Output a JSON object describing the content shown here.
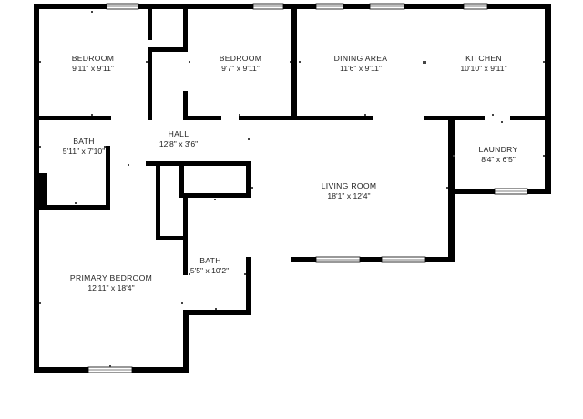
{
  "rooms": {
    "bedroom_1": {
      "name": "BEDROOM",
      "dimensions": "9'11\" x 9'11\""
    },
    "bedroom_2": {
      "name": "BEDROOM",
      "dimensions": "9'7\" x 9'11\""
    },
    "dining_area": {
      "name": "DINING AREA",
      "dimensions": "11'6\" x 9'11\""
    },
    "kitchen": {
      "name": "KITCHEN",
      "dimensions": "10'10\" x 9'11\""
    },
    "bath_1": {
      "name": "BATH",
      "dimensions": "5'11\" x 7'10\""
    },
    "hall": {
      "name": "HALL",
      "dimensions": "12'8\" x 3'6\""
    },
    "laundry": {
      "name": "LAUNDRY",
      "dimensions": "8'4\" x 6'5\""
    },
    "living_room": {
      "name": "LIVING ROOM",
      "dimensions": "18'1\" x 12'4\""
    },
    "bath_2": {
      "name": "BATH",
      "dimensions": "5'5\" x 10'2\""
    },
    "primary_bedroom": {
      "name": "PRIMARY BEDROOM",
      "dimensions": "12'11\" x 18'4\""
    }
  },
  "colors": {
    "wall": "#000000",
    "background": "#ffffff",
    "text": "#222222"
  }
}
